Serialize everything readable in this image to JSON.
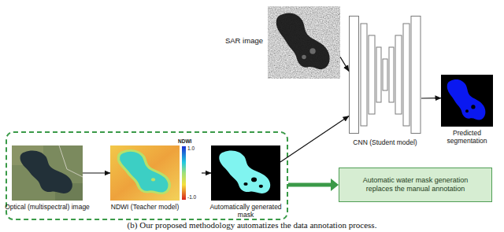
{
  "diagram": {
    "caption": "(b) Our proposed methodology automatizes the data annotation process.",
    "nodes": [
      {
        "text": [
          "SAR image"
        ]
      },
      {
        "text": [
          "Optical (multispectral) image"
        ]
      },
      {
        "text": [
          "NDWI (Teacher model)"
        ]
      },
      {
        "text": [
          "Automatically generated mask"
        ]
      },
      {
        "text": [
          "CNN (Student model)"
        ]
      },
      {
        "text": [
          "Predicted segmentation"
        ]
      },
      {
        "text": [
          "Automatic water mask generation replaces the manual annotation"
        ]
      }
    ],
    "edges": [
      {
        "from": 0,
        "to": 4,
        "arrow": "to"
      },
      {
        "from": 1,
        "to": 2,
        "arrow": "to"
      },
      {
        "from": 2,
        "to": 3,
        "arrow": "to"
      },
      {
        "from": 3,
        "to": 4,
        "arrow": "to"
      },
      {
        "from": 4,
        "to": 5,
        "arrow": "to"
      }
    ],
    "labels": [
      "NDWI",
      "1.0",
      "-1.0"
    ]
  }
}
